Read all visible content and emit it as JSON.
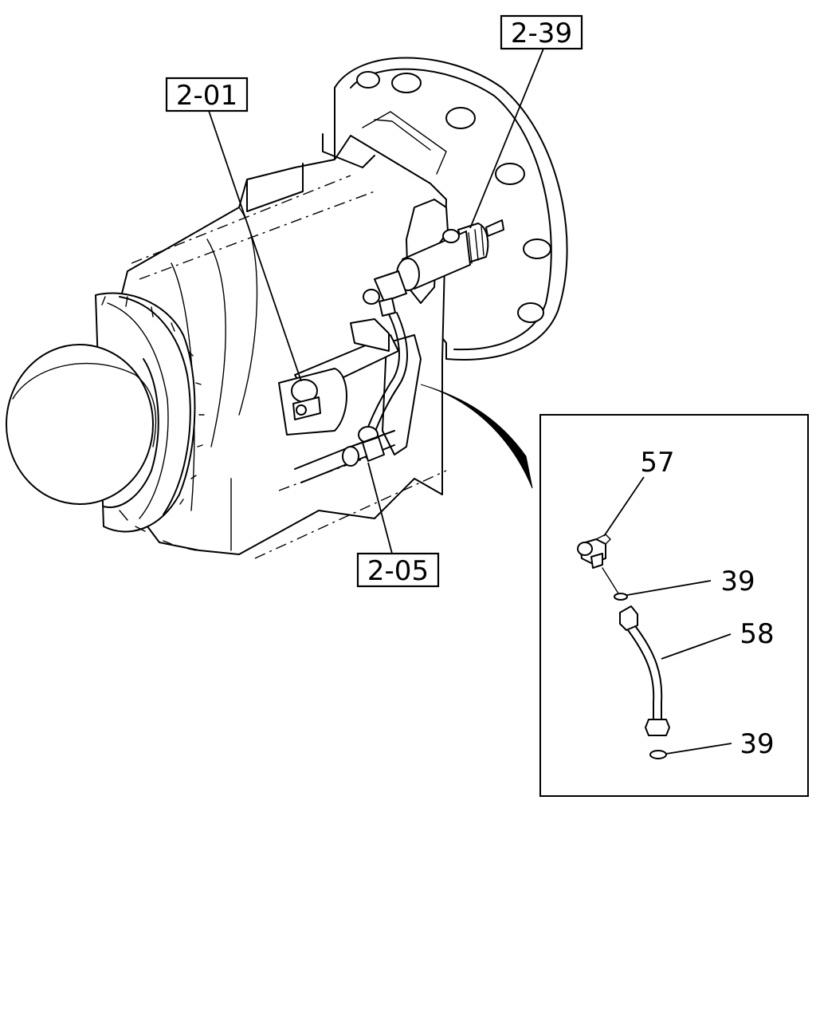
{
  "references": {
    "ref_top_right": "2-39",
    "ref_top_left": "2-01",
    "ref_bottom": "2-05"
  },
  "detail_callouts": {
    "fitting": "57",
    "washer_upper": "39",
    "pipe": "58",
    "washer_lower": "39"
  },
  "colors": {
    "line": "#000000",
    "background": "#ffffff"
  }
}
